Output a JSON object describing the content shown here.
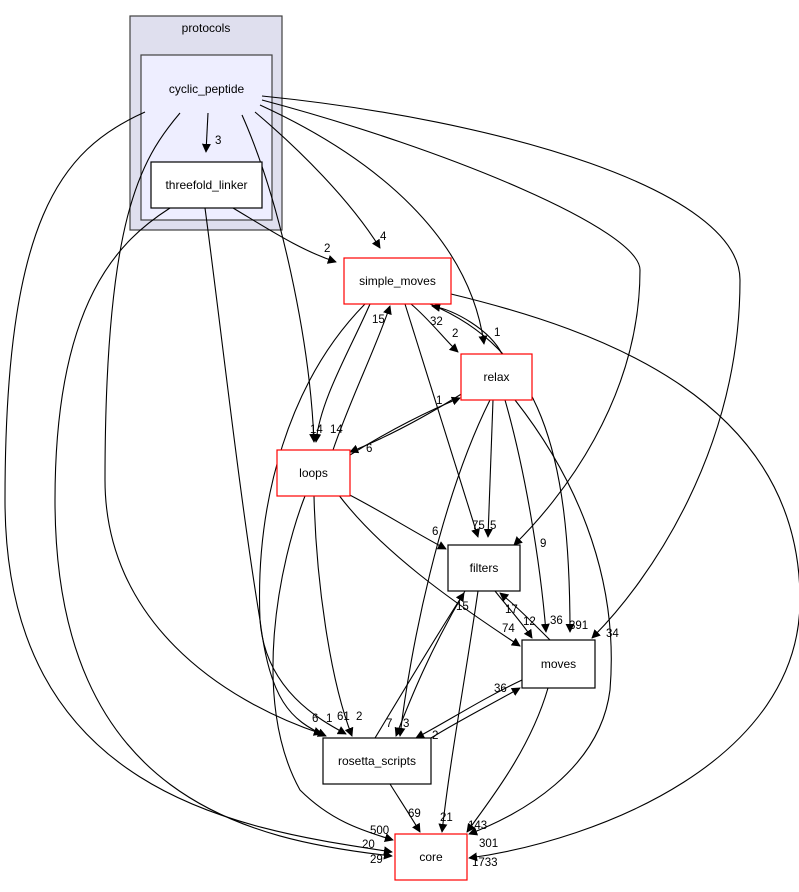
{
  "clusters": [
    {
      "id": "protocols",
      "label": "protocols",
      "fill": "#dfdfee"
    },
    {
      "id": "cyclic_peptide",
      "label": "cyclic_peptide",
      "fill": "#eeeeff"
    }
  ],
  "nodes": [
    {
      "id": "threefold_linker",
      "label": "threefold_linker",
      "border": "#000000"
    },
    {
      "id": "simple_moves",
      "label": "simple_moves",
      "border": "#ff0000"
    },
    {
      "id": "relax",
      "label": "relax",
      "border": "#ff0000"
    },
    {
      "id": "loops",
      "label": "loops",
      "border": "#ff0000"
    },
    {
      "id": "filters",
      "label": "filters",
      "border": "#000000"
    },
    {
      "id": "moves",
      "label": "moves",
      "border": "#000000"
    },
    {
      "id": "rosetta_scripts",
      "label": "rosetta_scripts",
      "border": "#000000"
    },
    {
      "id": "core",
      "label": "core",
      "border": "#ff0000"
    }
  ],
  "edges": [
    {
      "from": "cyclic_peptide",
      "to": "threefold_linker",
      "label": "3"
    },
    {
      "from": "cyclic_peptide",
      "to": "simple_moves",
      "label": "4"
    },
    {
      "from": "cyclic_peptide",
      "to": "relax",
      "label": "1"
    },
    {
      "from": "cyclic_peptide",
      "to": "filters",
      "label": "9"
    },
    {
      "from": "cyclic_peptide",
      "to": "moves",
      "label": "34"
    },
    {
      "from": "cyclic_peptide",
      "to": "loops",
      "label": "14"
    },
    {
      "from": "cyclic_peptide",
      "to": "rosetta_scripts",
      "label": "6"
    },
    {
      "from": "cyclic_peptide",
      "to": "core",
      "label": "20"
    },
    {
      "from": "threefold_linker",
      "to": "simple_moves",
      "label": "2"
    },
    {
      "from": "threefold_linker",
      "to": "rosetta_scripts",
      "label": "1"
    },
    {
      "from": "threefold_linker",
      "to": "core",
      "label": "29"
    },
    {
      "from": "simple_moves",
      "to": "relax",
      "label": "2"
    },
    {
      "from": "simple_moves",
      "to": "filters",
      "label": "75"
    },
    {
      "from": "simple_moves",
      "to": "moves",
      "label": "391"
    },
    {
      "from": "simple_moves",
      "to": "loops",
      "label": "14"
    },
    {
      "from": "simple_moves",
      "to": "rosetta_scripts",
      "label": "61"
    },
    {
      "from": "simple_moves",
      "to": "core",
      "label": "1733"
    },
    {
      "from": "relax",
      "to": "simple_moves",
      "label": "32"
    },
    {
      "from": "relax",
      "to": "loops",
      "label": "6"
    },
    {
      "from": "relax",
      "to": "filters",
      "label": "5"
    },
    {
      "from": "relax",
      "to": "moves",
      "label": "36"
    },
    {
      "from": "relax",
      "to": "rosetta_scripts",
      "label": "7"
    },
    {
      "from": "relax",
      "to": "core",
      "label": "143"
    },
    {
      "from": "loops",
      "to": "simple_moves",
      "label": "15"
    },
    {
      "from": "loops",
      "to": "relax",
      "label": "1"
    },
    {
      "from": "loops",
      "to": "filters",
      "label": "6"
    },
    {
      "from": "loops",
      "to": "moves",
      "label": "74"
    },
    {
      "from": "loops",
      "to": "rosetta_scripts",
      "label": "2"
    },
    {
      "from": "loops",
      "to": "core",
      "label": "500"
    },
    {
      "from": "filters",
      "to": "moves",
      "label": "12"
    },
    {
      "from": "filters",
      "to": "rosetta_scripts",
      "label": "3"
    },
    {
      "from": "filters",
      "to": "core",
      "label": "21"
    },
    {
      "from": "moves",
      "to": "filters",
      "label": "17"
    },
    {
      "from": "moves",
      "to": "rosetta_scripts",
      "label": "2"
    },
    {
      "from": "moves",
      "to": "core",
      "label": "301"
    },
    {
      "from": "rosetta_scripts",
      "to": "filters",
      "label": "15"
    },
    {
      "from": "rosetta_scripts",
      "to": "moves",
      "label": "36"
    },
    {
      "from": "rosetta_scripts",
      "to": "core",
      "label": "69"
    }
  ]
}
